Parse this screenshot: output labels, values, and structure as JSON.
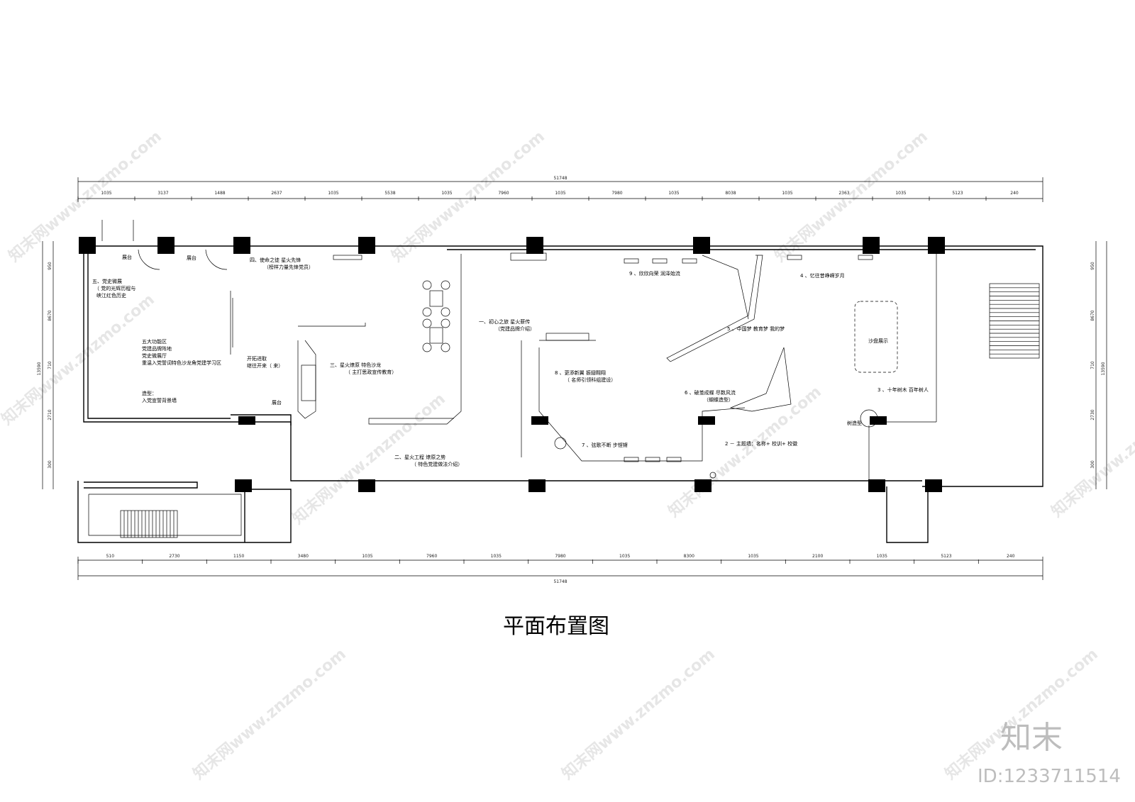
{
  "title": "平面布置图",
  "watermark": "知末网www.znzmo.com",
  "brand": "知末",
  "id_label": "ID:1233711514",
  "dims": {
    "total_top": "51748",
    "total_bottom": "51748",
    "top": [
      "1035",
      "3137",
      "1488",
      "2637",
      "1035",
      "5538",
      "1035",
      "7960",
      "1035",
      "7980",
      "1035",
      "8038",
      "1035",
      "2363",
      "1035",
      "5123",
      "240"
    ],
    "bottom": [
      "510",
      "2730",
      "1150",
      "3480",
      "1035",
      "7960",
      "1035",
      "7980",
      "1035",
      "8300",
      "1035",
      "2100",
      "1035",
      "5123",
      "240"
    ],
    "left": [
      "950",
      "8670",
      "710",
      "2710",
      "300"
    ],
    "left_total": "13590",
    "right": [
      "950",
      "8670",
      "710",
      "2730",
      "300"
    ],
    "right_total": "13590"
  },
  "labels": {
    "zhantai1": "展台",
    "zhantai2": "展台",
    "zhantai3": "展台",
    "s5_a": "五、党史微展",
    "s5_b": "（ 党的光辉历程与",
    "s5_c": "峡江红色历史",
    "f5_a": "五大功能区",
    "f5_b": "党建品牌阵地",
    "f5_c": "党史微展厅",
    "f5_d": "重温入党誓词特色沙龙角党建学习区",
    "kt_a": "开拓进取",
    "kt_b": "继往开来（  来）",
    "zx_a": "造型：",
    "zx_b": "入党宣誓背景墙",
    "s4_a": "四、使命之徒   星火先锋",
    "s4_b": "（榜样力量先锋党员）",
    "s3_a": "三、星火燎原   特色沙龙",
    "s3_b": "（ 主打思政宣传教育）",
    "s2_a": "二、星火工程   燎原之势",
    "s2_b": "（ 特色党建做法介绍）",
    "s1_a": "一、初心之旅   星火薪传",
    "s1_b": "（党建品牌介绍）",
    "s9": "9 、欣欣向荣   润泽始流",
    "s8_a": "8 、更添新翼   振翅翱翔",
    "s8_b": "（ 名师引领科组建设）",
    "s7": "7 、弦歌不断   步铿锵",
    "s6_a": "6 、破茧成蝶   尽数风流",
    "s6_b": "（蝴蝶造型）",
    "s5n": "5 、中国梦   教育梦   我的梦",
    "s4n": "4 、忆往昔峥嵘岁月",
    "sand": "沙盘展示",
    "s3n": "3 、十年树木   百年树人",
    "tree": "树造型",
    "s2n": "2 － 主题墙：名称+ 校训+ 校徽"
  }
}
